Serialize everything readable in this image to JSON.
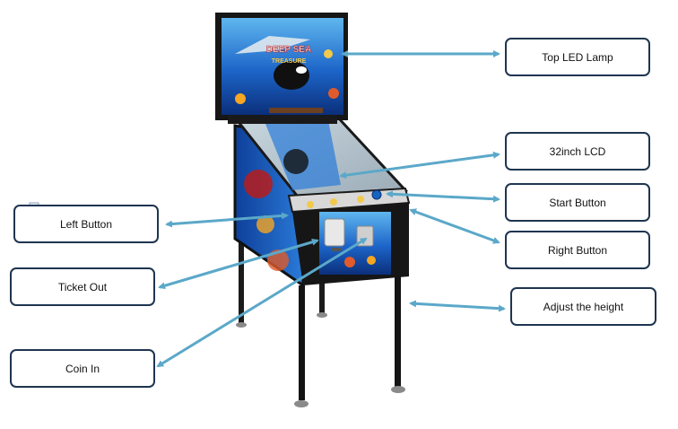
{
  "callouts": {
    "top_led_lamp": "Top LED Lamp",
    "lcd": "32inch LCD",
    "start_button": "Start Button",
    "right_button": "Right Button",
    "adjust_height": "Adjust the height",
    "left_button": "Left Button",
    "ticket_out": "Ticket Out",
    "coin_in": "Coin In"
  },
  "artwork": {
    "title_line1": "DEEP SEA",
    "title_line2": "TREASURE"
  },
  "colors": {
    "arrow": "#5ba8c9",
    "box_border": "#1f3550",
    "cabinet": "#1a1a1e",
    "sea": "#1c64c8"
  }
}
